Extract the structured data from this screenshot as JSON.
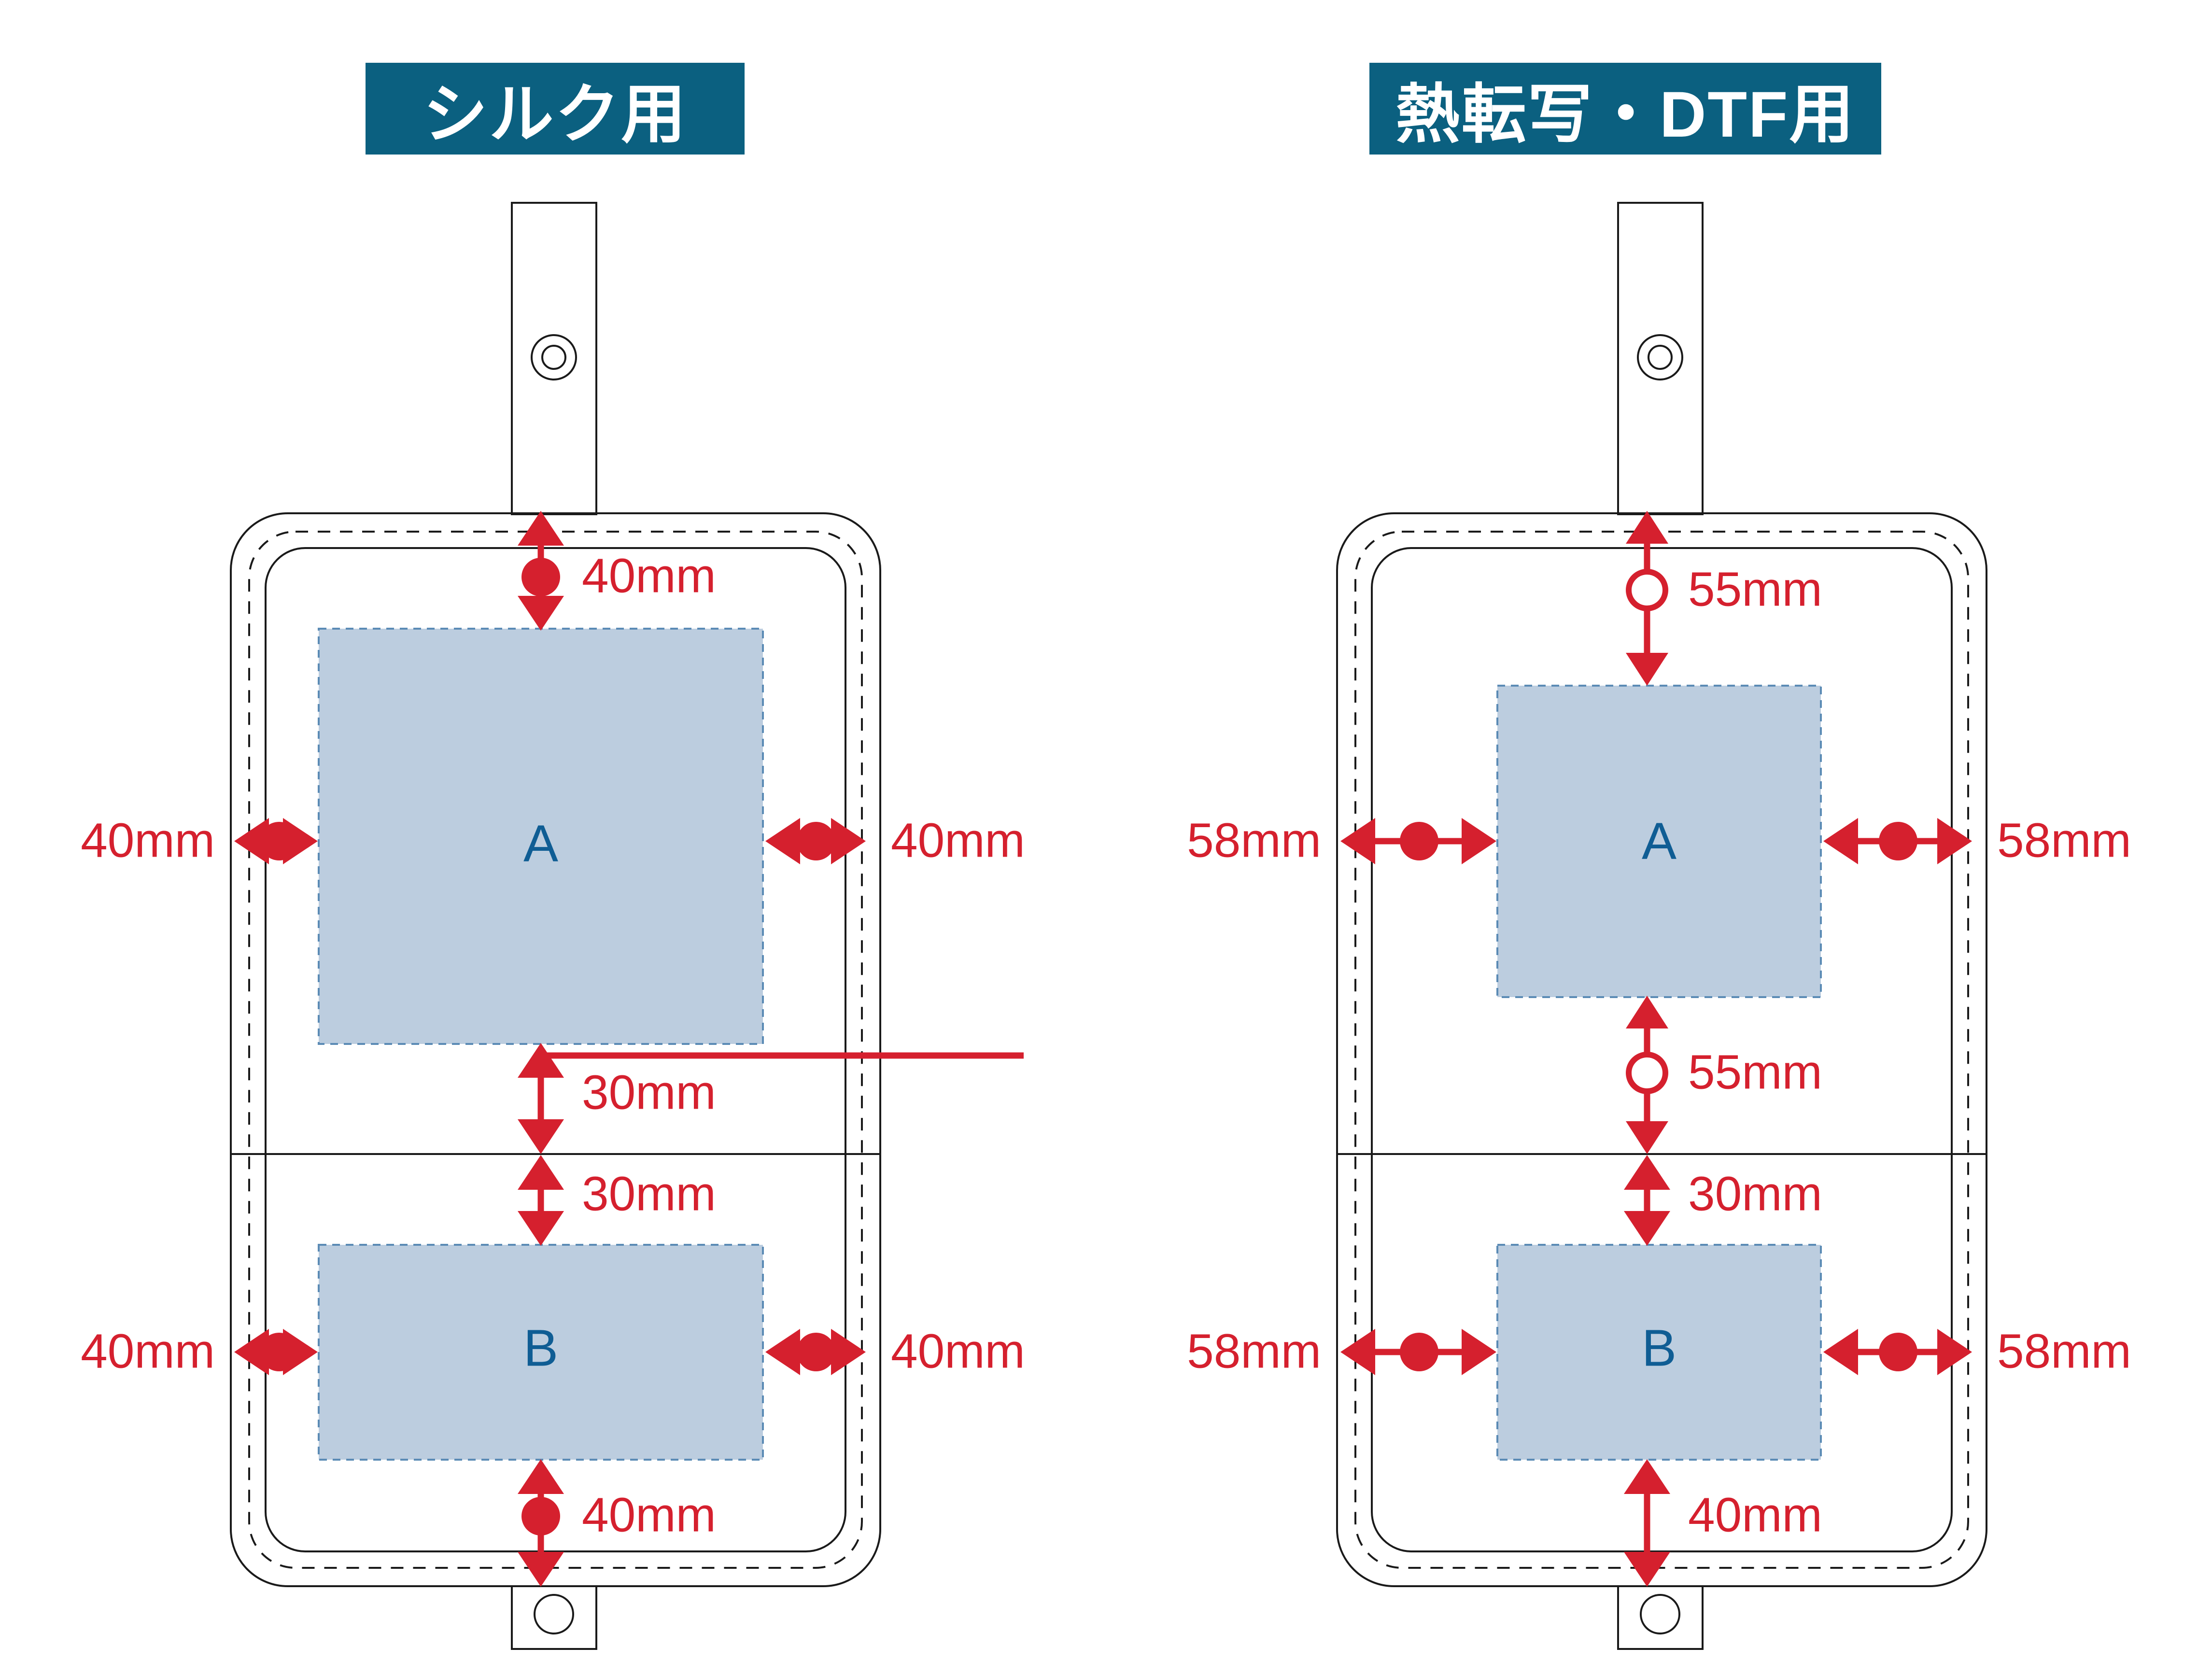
{
  "panels": [
    {
      "id": "silk",
      "title": "シルク用",
      "title_bg": "#0b6080",
      "title_color": "#ffffff",
      "areas": [
        {
          "label": "A"
        },
        {
          "label": "B"
        }
      ],
      "dimensions": {
        "top": "40mm",
        "left_a": "40mm",
        "right_a": "40mm",
        "mid_upper": "30mm",
        "mid_lower": "30mm",
        "left_b": "40mm",
        "right_b": "40mm",
        "bottom": "40mm"
      },
      "markers": {
        "top": "filled-dot",
        "left_a": "filled-dot",
        "right_a": "filled-dot",
        "mid_upper": "none",
        "mid_lower": "none",
        "left_b": "filled-dot",
        "right_b": "filled-dot",
        "bottom": "filled-dot"
      }
    },
    {
      "id": "heat-transfer-dtf",
      "title": "熱転写・DTF用",
      "title_bg": "#0b6080",
      "title_color": "#ffffff",
      "areas": [
        {
          "label": "A"
        },
        {
          "label": "B"
        }
      ],
      "dimensions": {
        "top": "55mm",
        "left_a": "58mm",
        "right_a": "58mm",
        "mid_upper": "55mm",
        "mid_lower": "30mm",
        "left_b": "58mm",
        "right_b": "58mm",
        "bottom": "40mm"
      },
      "markers": {
        "top": "open-dot",
        "left_a": "filled-dot",
        "right_a": "filled-dot",
        "mid_upper": "open-dot",
        "mid_lower": "none",
        "left_b": "filled-dot",
        "right_b": "filled-dot",
        "bottom": "none"
      }
    }
  ],
  "colors": {
    "dimension_red": "#d5202e",
    "print_area_fill": "#bccddf",
    "print_area_stroke": "#5b8bb5",
    "area_label": "#0f5d94",
    "outline": "#1a1a1a",
    "title_background": "#0b6080"
  },
  "icons": {
    "top_grommet": "grommet-double-ring-icon",
    "bottom_grommet": "grommet-ring-icon"
  }
}
